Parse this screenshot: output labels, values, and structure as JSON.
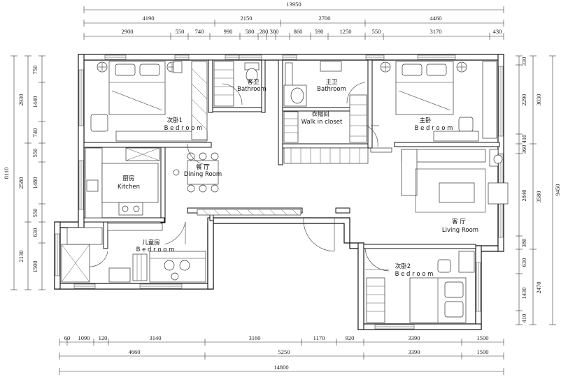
{
  "dimensions": {
    "top_total": "13950",
    "top_segments": [
      "4190",
      "2150",
      "2700",
      "4460"
    ],
    "top_details": [
      "2900",
      "550",
      "740",
      "990",
      "580",
      "280",
      "300",
      "860",
      "590",
      "1250",
      "550",
      "3170",
      "430"
    ],
    "bottom_details": [
      "60",
      "1090",
      "120",
      "3140",
      "3160",
      "1170",
      "920",
      "3390",
      "1500"
    ],
    "bottom_segments": [
      "4660",
      "5250",
      "3390",
      "1500"
    ],
    "bottom_total": "14800",
    "left_total": "8110",
    "left_segments": [
      "2930",
      "2580",
      "2130"
    ],
    "left_details": [
      "750",
      "1440",
      "740",
      "550",
      "1480",
      "550",
      "630",
      "1500"
    ],
    "right_total": "9450",
    "right_segments": [
      "3030",
      "3580",
      "2470"
    ],
    "right_details": [
      "330",
      "2290",
      "410",
      "360",
      "2840",
      "380",
      "630",
      "1430",
      "410"
    ]
  },
  "rooms": {
    "bedroom1_cn": "次卧1",
    "bedroom1_en": "B e d r o o m",
    "guest_bath_cn": "客卫",
    "guest_bath_en": "Bathroom",
    "master_bath_cn": "主卫",
    "master_bath_en": "Bathroom",
    "master_bed_cn": "主卧",
    "master_bed_en": "B e d r o o m",
    "closet_cn": "衣帽间",
    "closet_en": "Walk in closet",
    "kitchen_cn": "厨房",
    "kitchen_en": "Kitchen",
    "dining_cn": "餐    厅",
    "dining_en": "Dining Room",
    "living_cn": "客        厅",
    "living_en": "Living Room",
    "kids_cn": "儿童房",
    "kids_en": "B e d r o o m",
    "bedroom2_cn": "次卧2",
    "bedroom2_en": "B e d r o o m"
  }
}
